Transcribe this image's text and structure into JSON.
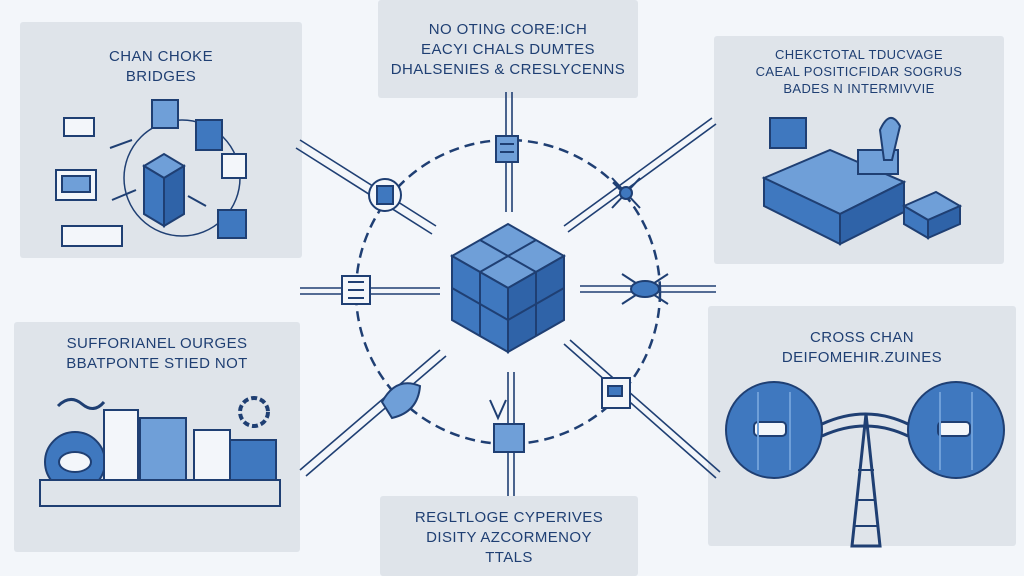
{
  "panels": {
    "top_left": {
      "lines": [
        "CHAN CHOKE",
        "BRIDGES"
      ]
    },
    "top_center": {
      "lines": [
        "NO OTING CORE:ICH",
        "EACYI CHALS DUMTES",
        "DHALSENIES & CRESLYCENNS"
      ]
    },
    "top_right": {
      "lines": [
        "CHEKCTOTAL TDUCVAGE",
        "CAEAL POSITICFIDAR SOGRUS",
        "BADES N INTERMIVVIE"
      ]
    },
    "bottom_left": {
      "lines": [
        "SUFFORIANEL OURGES",
        "BBATPONTE STIED NOT"
      ]
    },
    "bottom_center": {
      "lines": [
        "REGLTLOGE CYPERIVES",
        "DISITY AZCORMENOY",
        "TTALS"
      ]
    },
    "bottom_right": {
      "lines": [
        "CROSS CHAN",
        "DEIFOMEHIR.ZUINES"
      ]
    }
  },
  "colors": {
    "ink": "#1f3f73",
    "blue": "#3f78bf",
    "light_blue": "#6f9fd8",
    "panel": "#dfe4ea",
    "background": "#f3f6fa"
  }
}
